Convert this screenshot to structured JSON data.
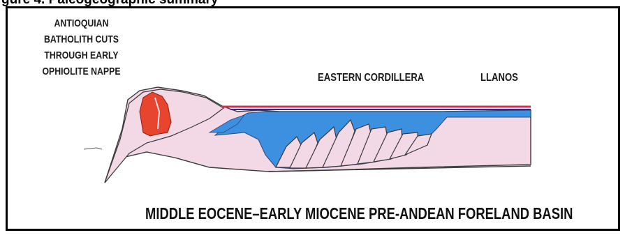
{
  "banner": {
    "text": "gure 4. Paleogeographic summary"
  },
  "diagram": {
    "left_label": [
      "ANTIOQUIAN",
      "BATHOLITH CUTS",
      "THROUGH EARLY",
      "OPHIOLITE NAPPE"
    ],
    "eastern_cordillera_label": "EASTERN CORDILLERA",
    "llanos_label": "LLANOS",
    "caption": "MIDDLE EOCENE–EARLY MIOCENE PRE-ANDEAN FORELAND BASIN",
    "colors": {
      "background": "#ffffff",
      "basement": "#f3d9e6",
      "basin_fill": "#3d8fe0",
      "batholith": "#e8452e",
      "top_line_red": "#d03050",
      "top_line_blue": "#2a2a8a",
      "outline": "#3a3a3a"
    }
  }
}
